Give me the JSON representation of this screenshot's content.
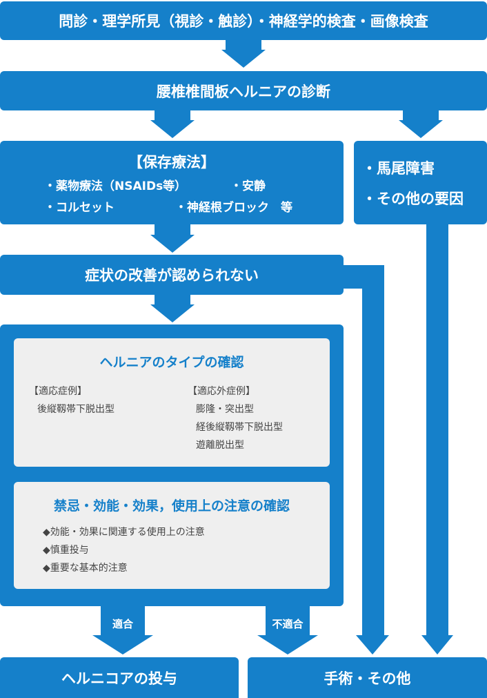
{
  "colors": {
    "primary": "#1580ca",
    "panel": "#efefef"
  },
  "step1": "問診・理学所見（視診・触診）・神経学的検査・画像検査",
  "step2": "腰椎椎間板ヘルニアの診断",
  "conservative": {
    "title": "【保存療法】",
    "items": [
      "・薬物療法（NSAIDs等）",
      "・安静",
      "・コルセット",
      "・神経根ブロック　等"
    ]
  },
  "other_causes": [
    "・馬尾障害",
    "・その他の要因"
  ],
  "no_improvement": "症状の改善が認められない",
  "type_check": {
    "title": "ヘルニアのタイプの確認",
    "indicated_header": "【適応症例】",
    "indicated": [
      "後縦靱帯下脱出型"
    ],
    "not_indicated_header": "【適応外症例】",
    "not_indicated": [
      "膨隆・突出型",
      "経後縦靱帯下脱出型",
      "遊離脱出型"
    ]
  },
  "caution_check": {
    "title": "禁忌・効能・効果，使用上の注意の確認",
    "items": [
      "◆効能・効果に関連する使用上の注意",
      "◆慎重投与",
      "◆重要な基本的注意"
    ]
  },
  "branch_labels": {
    "suitable": "適合",
    "unsuitable": "不適合"
  },
  "outcome_left": "ヘルニコアの投与",
  "outcome_right": "手術・その他"
}
